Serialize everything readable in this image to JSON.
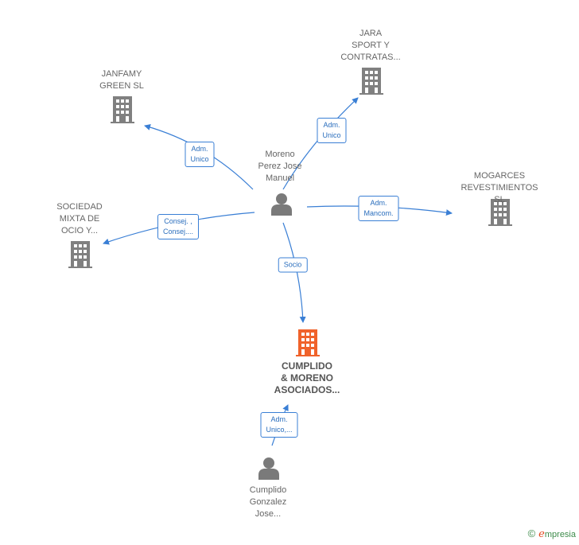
{
  "colors": {
    "edge": "#3a7fd5",
    "company": "#808080",
    "main_company": "#f0622a",
    "person": "#7a7a7a"
  },
  "nodes": {
    "main": {
      "label": "CUMPLIDO\n& MORENO\nASOCIADOS...",
      "icon": "building-icon"
    },
    "jara": {
      "label": "JARA\nSPORT Y\nCONTRATAS...",
      "icon": "building-icon"
    },
    "janfamy": {
      "label": "JANFAMY\nGREEN  SL",
      "icon": "building-icon"
    },
    "mogarces": {
      "label": "MOGARCES\nREVESTIMIENTOS SL",
      "icon": "building-icon"
    },
    "sociedad": {
      "label": "SOCIEDAD\nMIXTA DE\nOCIO Y...",
      "icon": "building-icon"
    },
    "moreno": {
      "label": "Moreno\nPerez Jose\nManuel",
      "icon": "person-icon"
    },
    "cumplido": {
      "label": "Cumplido\nGonzalez\nJose...",
      "icon": "person-icon"
    }
  },
  "edges": {
    "jara": "Adm.\nUnico",
    "janfamy": "Adm.\nUnico",
    "mogarces": "Adm.\nMancom.",
    "sociedad": "Consej. ,\nConsej....",
    "socio": "Socio",
    "cumplido": "Adm.\nUnico,..."
  },
  "footer": {
    "copyright": "©",
    "brand_first": "e",
    "brand_rest": "mpresia"
  }
}
